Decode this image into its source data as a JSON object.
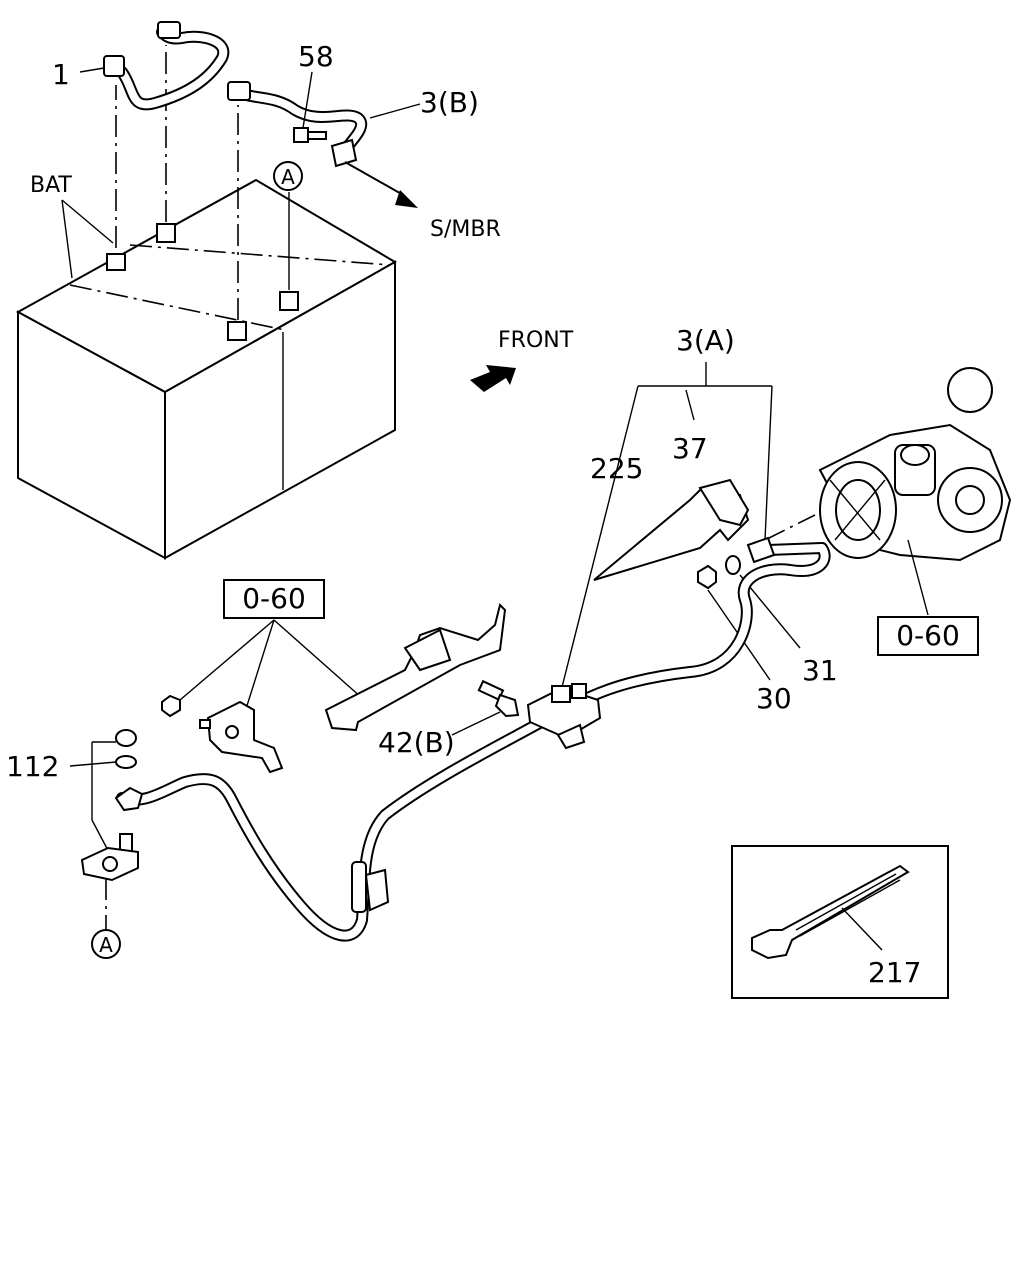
{
  "labels": {
    "part_1": "1",
    "part_58": "58",
    "part_3b": "3(B)",
    "bat": "BAT",
    "smbr": "S/MBR",
    "front": "FRONT",
    "part_3a": "3(A)",
    "part_225": "225",
    "part_37": "37",
    "ref_060_bracket": "0-60",
    "ref_060_starter": "0-60",
    "part_31": "31",
    "part_30": "30",
    "part_42b": "42(B)",
    "part_112": "112",
    "part_217": "217",
    "circle_a_top": "A",
    "circle_a_bottom": "A"
  },
  "icons": {
    "front_arrow": "arrow-icon",
    "battery": "battery-icon",
    "starter_motor": "starter-motor-icon",
    "cable_tie": "cable-tie-icon"
  }
}
